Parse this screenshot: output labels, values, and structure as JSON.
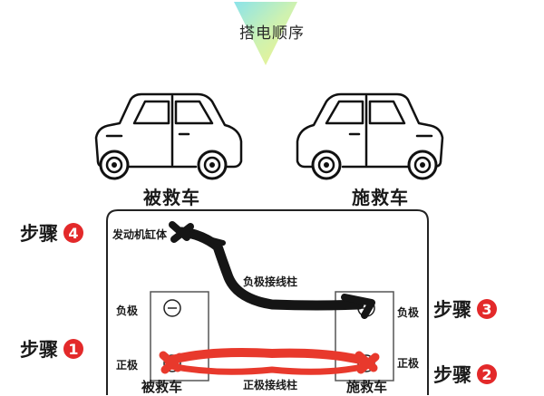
{
  "title": "搭电顺序",
  "cars": {
    "left_label": "被救车",
    "right_label": "施救车"
  },
  "steps": [
    {
      "label": "步骤",
      "number": "4"
    },
    {
      "label": "步骤",
      "number": "1"
    },
    {
      "label": "步骤",
      "number": "3"
    },
    {
      "label": "步骤",
      "number": "2"
    }
  ],
  "diagram": {
    "engine_block": "发动机缸体",
    "negative_terminal_line": "负极接线柱",
    "positive_terminal_line": "正极接线柱",
    "negative": "负极",
    "positive": "正极",
    "left_battery": "被救车",
    "right_battery": "施救车"
  },
  "colors": {
    "step_badge": "#e3292a",
    "positive_cable": "#e8392c",
    "negative_cable": "#151515"
  },
  "icons": {
    "battery_terminal_negative": "minus-symbol",
    "battery_terminal_positive": "plus-symbol"
  }
}
